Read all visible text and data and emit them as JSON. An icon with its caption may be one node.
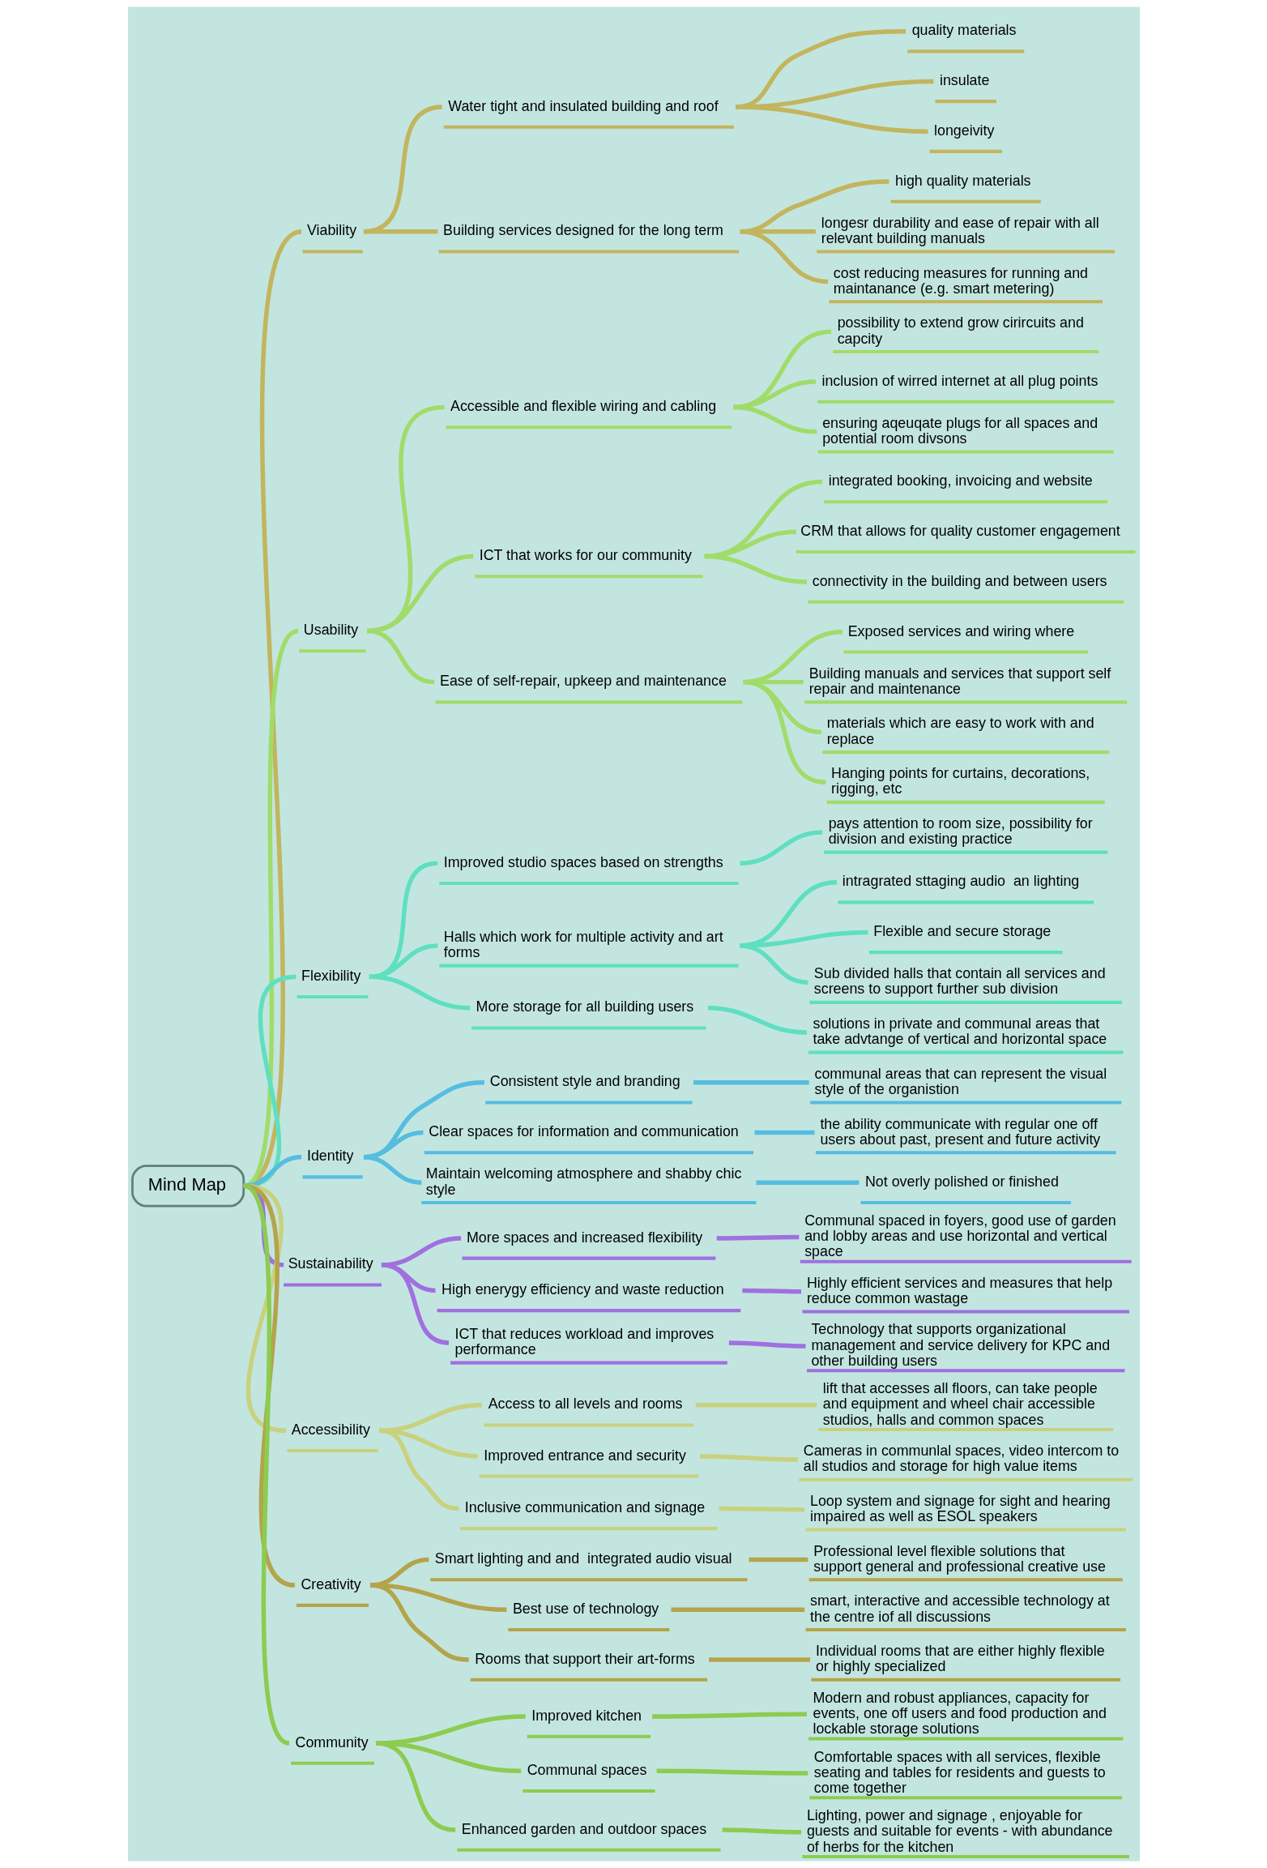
{
  "diagram": {
    "nodes": [
      {
        "text": [
          "Mind Map"
        ]
      },
      {
        "text": [
          "Viability"
        ]
      },
      {
        "text": [
          "Water tight and insulated building and roof"
        ]
      },
      {
        "text": [
          "quality materials"
        ]
      },
      {
        "text": [
          "insulate"
        ]
      },
      {
        "text": [
          "longeivity"
        ]
      },
      {
        "text": [
          "Building services designed for the long term"
        ]
      },
      {
        "text": [
          "high quality materials"
        ]
      },
      {
        "text": [
          "longesr durability and ease of repair with all relevant building manuals"
        ]
      },
      {
        "text": [
          "cost reducing measures for running and maintanance (e.g. smart metering)"
        ]
      },
      {
        "text": [
          "Usability"
        ]
      },
      {
        "text": [
          "Accessible and flexible wiring and cabling"
        ]
      },
      {
        "text": [
          "possibility to extend grow cirircuits and capcity"
        ]
      },
      {
        "text": [
          "inclusion of wirred internet at all plug points"
        ]
      },
      {
        "text": [
          "ensuring aqeuqate plugs for all spaces and potential room divsons"
        ]
      },
      {
        "text": [
          "ICT that works for our community"
        ]
      },
      {
        "text": [
          "integrated booking, invoicing and website"
        ]
      },
      {
        "text": [
          "CRM that allows for quality customer engagement"
        ]
      },
      {
        "text": [
          "connectivity in the building and between users"
        ]
      },
      {
        "text": [
          "Ease of self-repair, upkeep and maintenance"
        ]
      },
      {
        "text": [
          "Exposed services and wiring where"
        ]
      },
      {
        "text": [
          "Building manuals and services that support self repair and maintenance"
        ]
      },
      {
        "text": [
          "materials which are easy to work with and replace"
        ]
      },
      {
        "text": [
          "Hanging points for curtains, decorations, rigging, etc"
        ]
      },
      {
        "text": [
          "Flexibility"
        ]
      },
      {
        "text": [
          "Improved studio spaces based on strengths"
        ]
      },
      {
        "text": [
          "pays attention to room size, possibility for division and existing practice"
        ]
      },
      {
        "text": [
          "Halls which work for multiple activity and art forms"
        ]
      },
      {
        "text": [
          "intragrated sttaging audio  an lighting"
        ]
      },
      {
        "text": [
          "Flexible and secure storage"
        ]
      },
      {
        "text": [
          "Sub divided halls that contain all services and screens to support further sub division"
        ]
      },
      {
        "text": [
          "More storage for all building users"
        ]
      },
      {
        "text": [
          "solutions in private and communal areas that take advtange of vertical and horizontal space"
        ]
      },
      {
        "text": [
          "Identity"
        ]
      },
      {
        "text": [
          "Consistent style and branding"
        ]
      },
      {
        "text": [
          "communal areas that can represent the visual style of the organistion"
        ]
      },
      {
        "text": [
          "Clear spaces for information and communication"
        ]
      },
      {
        "text": [
          "the ability communicate with regular one off users about past, present and future activity"
        ]
      },
      {
        "text": [
          "Maintain welcoming atmosphere and shabby chic style"
        ]
      },
      {
        "text": [
          "Not overly polished or finished"
        ]
      },
      {
        "text": [
          "Sustainability"
        ]
      },
      {
        "text": [
          "More spaces and increased flexibility"
        ]
      },
      {
        "text": [
          "Communal spaced in foyers, good use of garden and lobby areas and use horizontal and vertical space"
        ]
      },
      {
        "text": [
          "High enerygy efficiency and waste reduction"
        ]
      },
      {
        "text": [
          "Highly efficient services and measures that help reduce common wastage"
        ]
      },
      {
        "text": [
          "ICT that reduces workload and improves performance"
        ]
      },
      {
        "text": [
          "Technology that supports organizational management and service delivery for KPC and other building users"
        ]
      },
      {
        "text": [
          "Accessibility"
        ]
      },
      {
        "text": [
          "Access to all levels and rooms"
        ]
      },
      {
        "text": [
          "lift that accesses all floors, can take people and equipment and wheel chair accessible studios, halls and common spaces"
        ]
      },
      {
        "text": [
          "Improved entrance and security"
        ]
      },
      {
        "text": [
          "Cameras in communlal spaces, video intercom to all studios and storage for high value items"
        ]
      },
      {
        "text": [
          "Inclusive communication and signage"
        ]
      },
      {
        "text": [
          "Loop system and signage for sight and hearing impaired as well as ESOL speakers"
        ]
      },
      {
        "text": [
          "Creativity"
        ]
      },
      {
        "text": [
          "Smart lighting and and  integrated audio visual"
        ]
      },
      {
        "text": [
          "Professional level flexible solutions that support general and professional creative use"
        ]
      },
      {
        "text": [
          "Best use of technology"
        ]
      },
      {
        "text": [
          "smart, interactive and accessible technology at the centre iof all discussions"
        ]
      },
      {
        "text": [
          "Rooms that support their art-forms"
        ]
      },
      {
        "text": [
          "Individual rooms that are either highly flexible or highly specialized"
        ]
      },
      {
        "text": [
          "Community"
        ]
      },
      {
        "text": [
          "Improved kitchen"
        ]
      },
      {
        "text": [
          "Modern and robust appliances, capacity for events, one off users and food production and lockable storage solutions"
        ]
      },
      {
        "text": [
          "Communal spaces"
        ]
      },
      {
        "text": [
          "Comfortable spaces with all services, flexible seating and tables for residents and guests to come together"
        ]
      },
      {
        "text": [
          "Enhanced garden and outdoor spaces"
        ]
      },
      {
        "text": [
          "Lighting, power and signage , enjoyable for guests and suitable for events - with abundance of herbs for the kitchen"
        ]
      }
    ],
    "edges": [
      {
        "from": 0,
        "to": 1,
        "arrow": "none",
        "color": "#c2b55e"
      },
      {
        "from": 1,
        "to": 2,
        "arrow": "none",
        "color": "#c2b55e"
      },
      {
        "from": 2,
        "to": 3,
        "arrow": "none",
        "color": "#c2b55e"
      },
      {
        "from": 2,
        "to": 4,
        "arrow": "none",
        "color": "#c2b55e"
      },
      {
        "from": 2,
        "to": 5,
        "arrow": "none",
        "color": "#c2b55e"
      },
      {
        "from": 1,
        "to": 6,
        "arrow": "none",
        "color": "#c2b55e"
      },
      {
        "from": 6,
        "to": 7,
        "arrow": "none",
        "color": "#c2b55e"
      },
      {
        "from": 6,
        "to": 8,
        "arrow": "none",
        "color": "#c2b55e"
      },
      {
        "from": 6,
        "to": 9,
        "arrow": "none",
        "color": "#c2b55e"
      },
      {
        "from": 0,
        "to": 10,
        "arrow": "none",
        "color": "#a0dc6a"
      },
      {
        "from": 10,
        "to": 11,
        "arrow": "none",
        "color": "#a0dc6a"
      },
      {
        "from": 11,
        "to": 12,
        "arrow": "none",
        "color": "#a0dc6a"
      },
      {
        "from": 11,
        "to": 13,
        "arrow": "none",
        "color": "#a0dc6a"
      },
      {
        "from": 11,
        "to": 14,
        "arrow": "none",
        "color": "#a0dc6a"
      },
      {
        "from": 10,
        "to": 15,
        "arrow": "none",
        "color": "#a0dc6a"
      },
      {
        "from": 15,
        "to": 16,
        "arrow": "none",
        "color": "#a0dc6a"
      },
      {
        "from": 15,
        "to": 17,
        "arrow": "none",
        "color": "#a0dc6a"
      },
      {
        "from": 15,
        "to": 18,
        "arrow": "none",
        "color": "#a0dc6a"
      },
      {
        "from": 10,
        "to": 19,
        "arrow": "none",
        "color": "#a0dc6a"
      },
      {
        "from": 19,
        "to": 20,
        "arrow": "none",
        "color": "#a0dc6a"
      },
      {
        "from": 19,
        "to": 21,
        "arrow": "none",
        "color": "#a0dc6a"
      },
      {
        "from": 19,
        "to": 22,
        "arrow": "none",
        "color": "#a0dc6a"
      },
      {
        "from": 19,
        "to": 23,
        "arrow": "none",
        "color": "#a0dc6a"
      },
      {
        "from": 0,
        "to": 24,
        "arrow": "none",
        "color": "#5ee0c0"
      },
      {
        "from": 24,
        "to": 25,
        "arrow": "none",
        "color": "#5ee0c0"
      },
      {
        "from": 25,
        "to": 26,
        "arrow": "none",
        "color": "#5ee0c0"
      },
      {
        "from": 24,
        "to": 27,
        "arrow": "none",
        "color": "#5ee0c0"
      },
      {
        "from": 27,
        "to": 28,
        "arrow": "none",
        "color": "#5ee0c0"
      },
      {
        "from": 27,
        "to": 29,
        "arrow": "none",
        "color": "#5ee0c0"
      },
      {
        "from": 27,
        "to": 30,
        "arrow": "none",
        "color": "#5ee0c0"
      },
      {
        "from": 24,
        "to": 31,
        "arrow": "none",
        "color": "#5ee0c0"
      },
      {
        "from": 31,
        "to": 32,
        "arrow": "none",
        "color": "#5ee0c0"
      },
      {
        "from": 0,
        "to": 33,
        "arrow": "none",
        "color": "#55bde0"
      },
      {
        "from": 33,
        "to": 34,
        "arrow": "none",
        "color": "#55bde0"
      },
      {
        "from": 34,
        "to": 35,
        "arrow": "none",
        "color": "#55bde0"
      },
      {
        "from": 33,
        "to": 36,
        "arrow": "none",
        "color": "#55bde0"
      },
      {
        "from": 36,
        "to": 37,
        "arrow": "none",
        "color": "#55bde0"
      },
      {
        "from": 33,
        "to": 38,
        "arrow": "none",
        "color": "#55bde0"
      },
      {
        "from": 38,
        "to": 39,
        "arrow": "none",
        "color": "#55bde0"
      },
      {
        "from": 0,
        "to": 40,
        "arrow": "none",
        "color": "#a070e0"
      },
      {
        "from": 40,
        "to": 41,
        "arrow": "none",
        "color": "#a070e0"
      },
      {
        "from": 41,
        "to": 42,
        "arrow": "none",
        "color": "#a070e0"
      },
      {
        "from": 40,
        "to": 43,
        "arrow": "none",
        "color": "#a070e0"
      },
      {
        "from": 43,
        "to": 44,
        "arrow": "none",
        "color": "#a070e0"
      },
      {
        "from": 40,
        "to": 45,
        "arrow": "none",
        "color": "#a070e0"
      },
      {
        "from": 45,
        "to": 46,
        "arrow": "none",
        "color": "#a070e0"
      },
      {
        "from": 0,
        "to": 47,
        "arrow": "none",
        "color": "#c8d27e"
      },
      {
        "from": 47,
        "to": 48,
        "arrow": "none",
        "color": "#c8d27e"
      },
      {
        "from": 48,
        "to": 49,
        "arrow": "none",
        "color": "#c8d27e"
      },
      {
        "from": 47,
        "to": 50,
        "arrow": "none",
        "color": "#c8d27e"
      },
      {
        "from": 50,
        "to": 51,
        "arrow": "none",
        "color": "#c8d27e"
      },
      {
        "from": 47,
        "to": 52,
        "arrow": "none",
        "color": "#c8d27e"
      },
      {
        "from": 52,
        "to": 53,
        "arrow": "none",
        "color": "#c8d27e"
      },
      {
        "from": 0,
        "to": 54,
        "arrow": "none",
        "color": "#b4a44a"
      },
      {
        "from": 54,
        "to": 55,
        "arrow": "none",
        "color": "#b4a44a"
      },
      {
        "from": 55,
        "to": 56,
        "arrow": "none",
        "color": "#b4a44a"
      },
      {
        "from": 54,
        "to": 57,
        "arrow": "none",
        "color": "#b4a44a"
      },
      {
        "from": 57,
        "to": 58,
        "arrow": "none",
        "color": "#b4a44a"
      },
      {
        "from": 54,
        "to": 59,
        "arrow": "none",
        "color": "#b4a44a"
      },
      {
        "from": 59,
        "to": 60,
        "arrow": "none",
        "color": "#b4a44a"
      },
      {
        "from": 0,
        "to": 61,
        "arrow": "none",
        "color": "#8ccc50"
      },
      {
        "from": 61,
        "to": 62,
        "arrow": "none",
        "color": "#8ccc50"
      },
      {
        "from": 62,
        "to": 63,
        "arrow": "none",
        "color": "#8ccc50"
      },
      {
        "from": 61,
        "to": 64,
        "arrow": "none",
        "color": "#8ccc50"
      },
      {
        "from": 64,
        "to": 65,
        "arrow": "none",
        "color": "#8ccc50"
      },
      {
        "from": 61,
        "to": 66,
        "arrow": "none",
        "color": "#8ccc50"
      },
      {
        "from": 66,
        "to": 67,
        "arrow": "none",
        "color": "#8ccc50"
      }
    ]
  }
}
